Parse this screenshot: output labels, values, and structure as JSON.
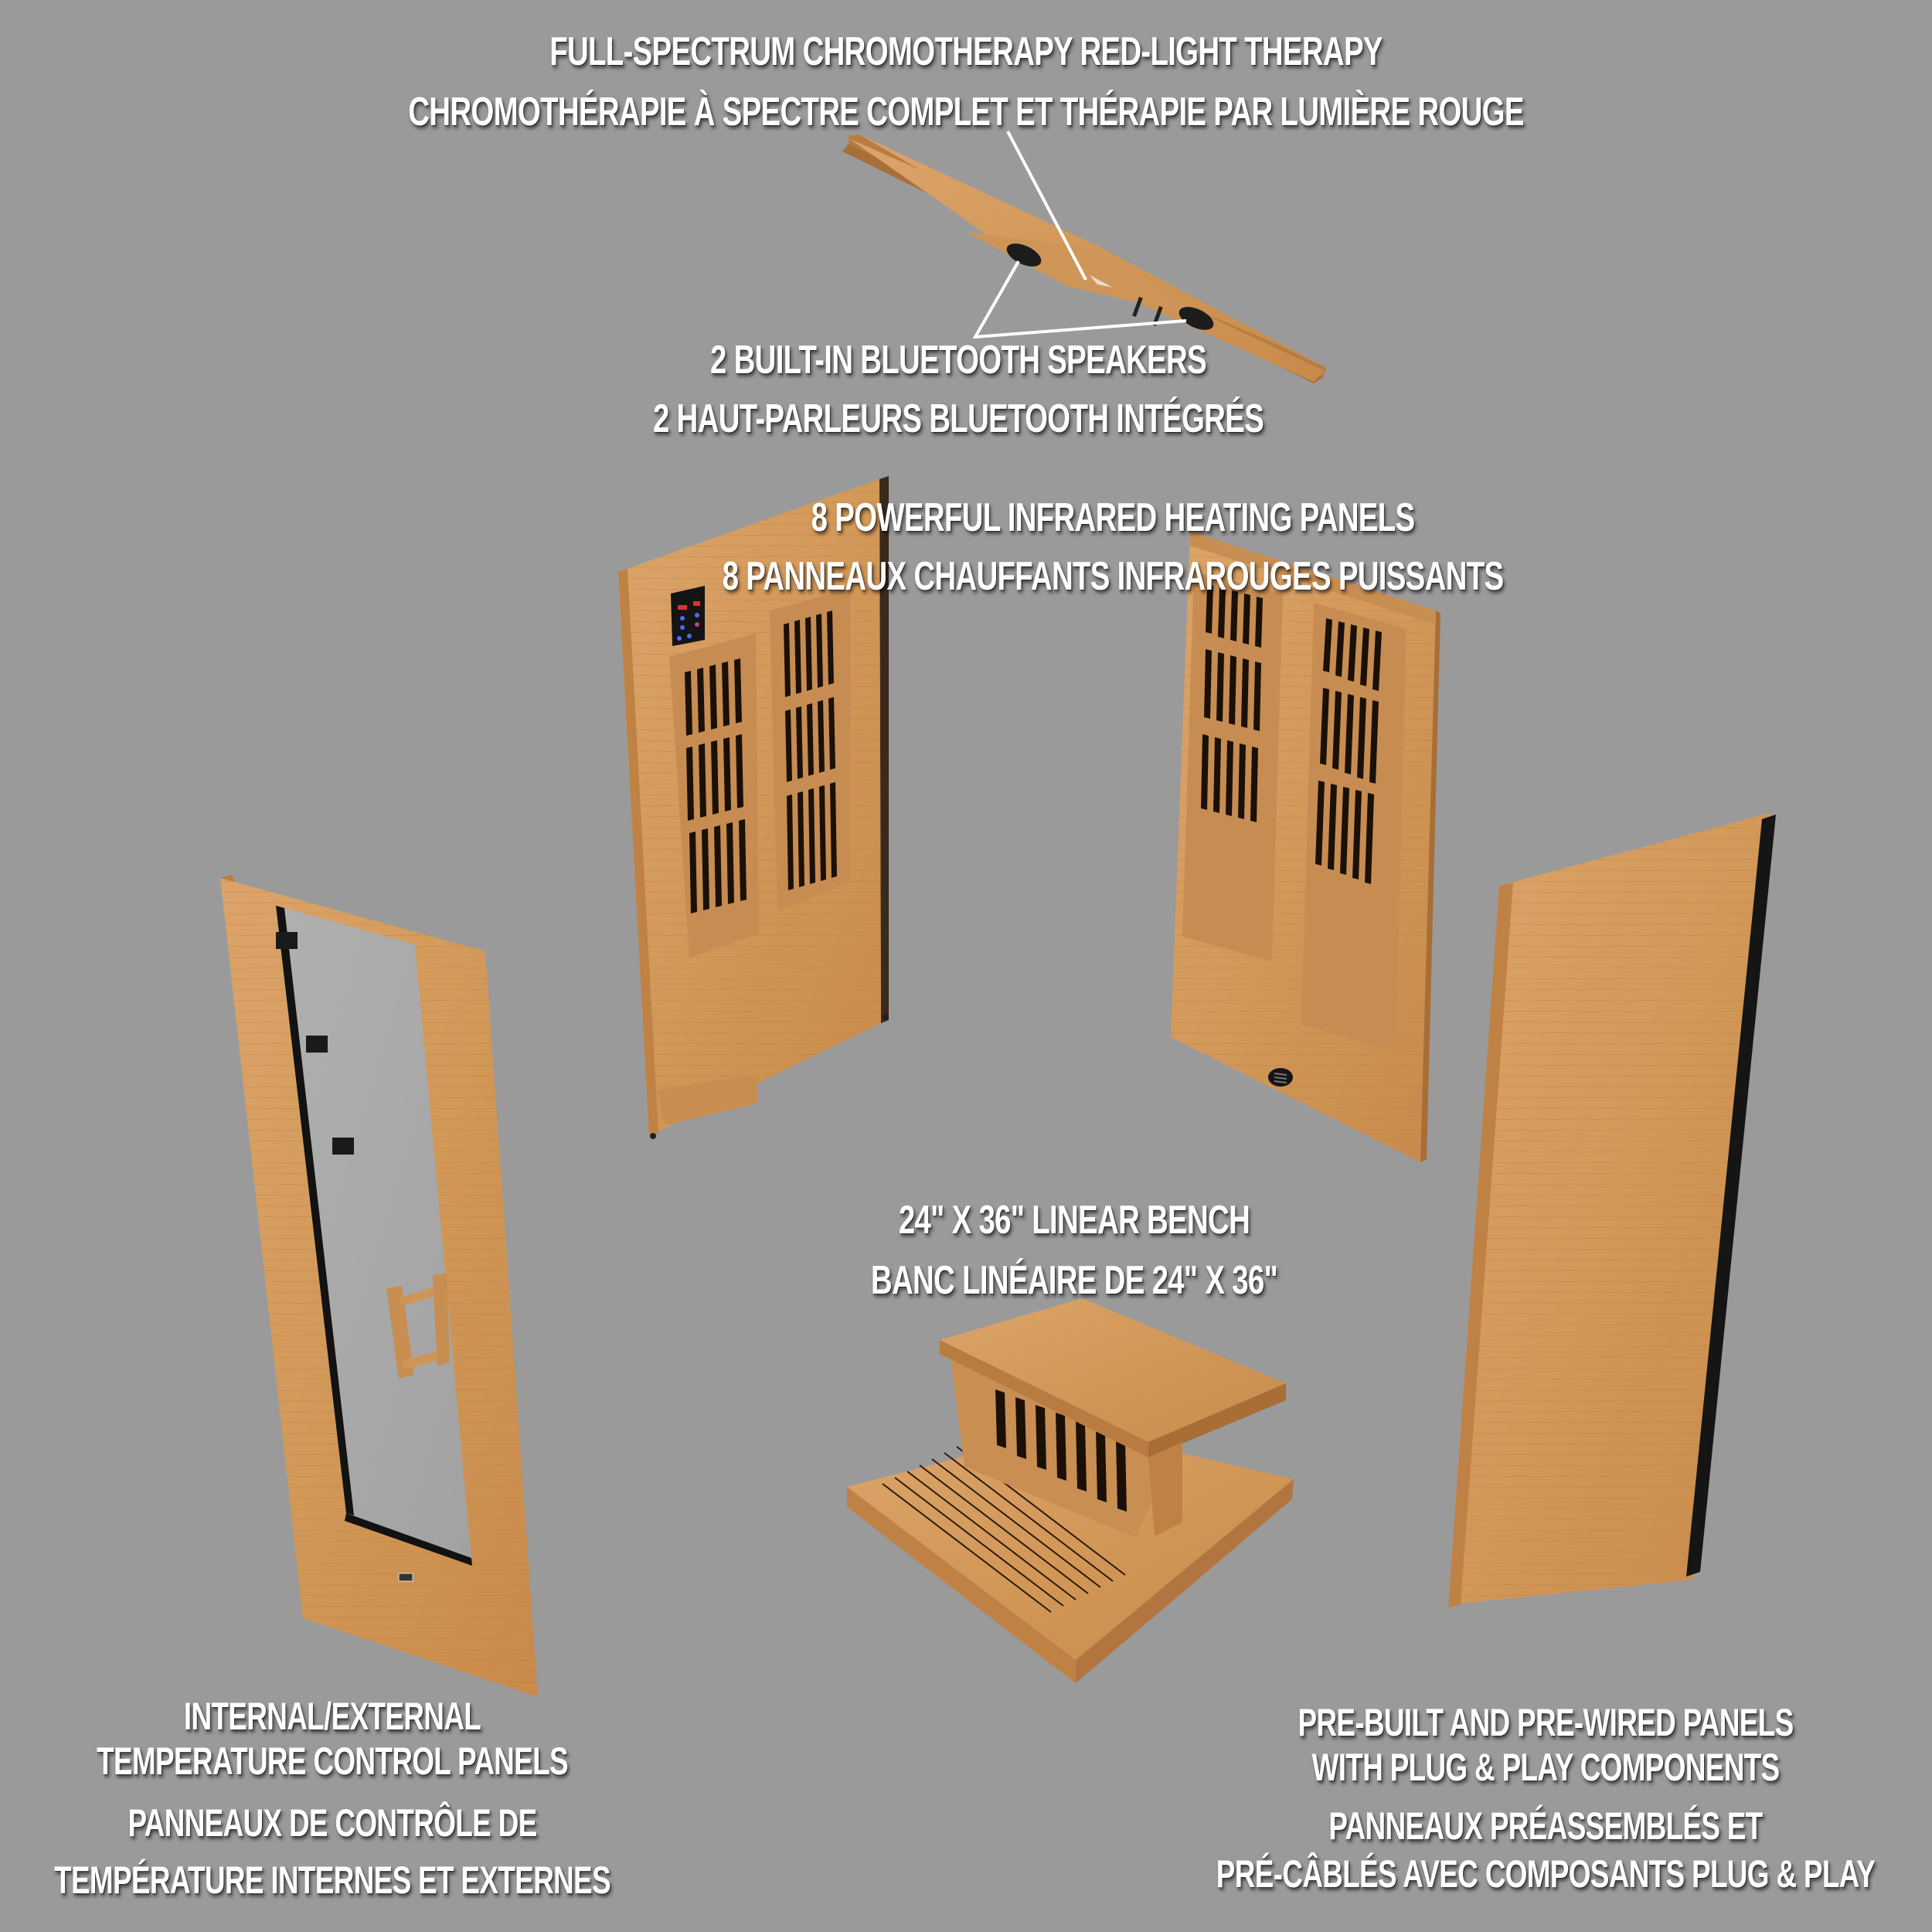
{
  "background_color": "#9a9a9a",
  "wood_color": "#d49a5c",
  "heater_color": "#1a1008",
  "labels": {
    "chromotherapy": {
      "en": "FULL-SPECTRUM CHROMOTHERAPY RED-LIGHT THERAPY",
      "fr": "CHROMOTHÉRAPIE À SPECTRE COMPLET ET THÉRAPIE PAR LUMIÈRE ROUGE"
    },
    "speakers": {
      "en": "2 BUILT-IN BLUETOOTH SPEAKERS",
      "fr": "2 HAUT-PARLEURS BLUETOOTH INTÉGRÉS"
    },
    "heating_panels": {
      "en": "8 POWERFUL INFRARED HEATING PANELS",
      "fr": "8 PANNEAUX CHAUFFANTS INFRAROUGES PUISSANTS"
    },
    "bench": {
      "en": "24\" X 36\" LINEAR BENCH",
      "fr": "BANC LINÉAIRE DE 24\" X 36\""
    },
    "control_panels": {
      "en_line1": "INTERNAL/EXTERNAL",
      "en_line2": "TEMPERATURE CONTROL PANELS",
      "fr_line1": "PANNEAUX DE CONTRÔLE DE",
      "fr_line2": "TEMPÉRATURE INTERNES ET EXTERNES"
    },
    "prebuilt": {
      "en_line1": "PRE-BUILT AND PRE-WIRED PANELS",
      "en_line2": "WITH PLUG & PLAY COMPONENTS",
      "fr_line1": "PANNEAUX PRÉASSEMBLÉS ET",
      "fr_line2": "PRÉ-CÂBLÉS AVEC COMPOSANTS PLUG & PLAY"
    }
  },
  "components": [
    {
      "id": "roof-panel",
      "features": [
        "2 bluetooth speakers",
        "chromotherapy light"
      ]
    },
    {
      "id": "back-left-panel",
      "features": [
        "control panel",
        "2 heater grilles"
      ]
    },
    {
      "id": "back-right-panel",
      "features": [
        "2 heater grilles",
        "vent"
      ]
    },
    {
      "id": "door-panel",
      "features": [
        "glass door",
        "3 hinges",
        "wooden handle"
      ]
    },
    {
      "id": "bench",
      "features": [
        "seat",
        "heater grille",
        "floor slats"
      ]
    },
    {
      "id": "side-panel",
      "features": [
        "plain wood wall"
      ]
    }
  ]
}
